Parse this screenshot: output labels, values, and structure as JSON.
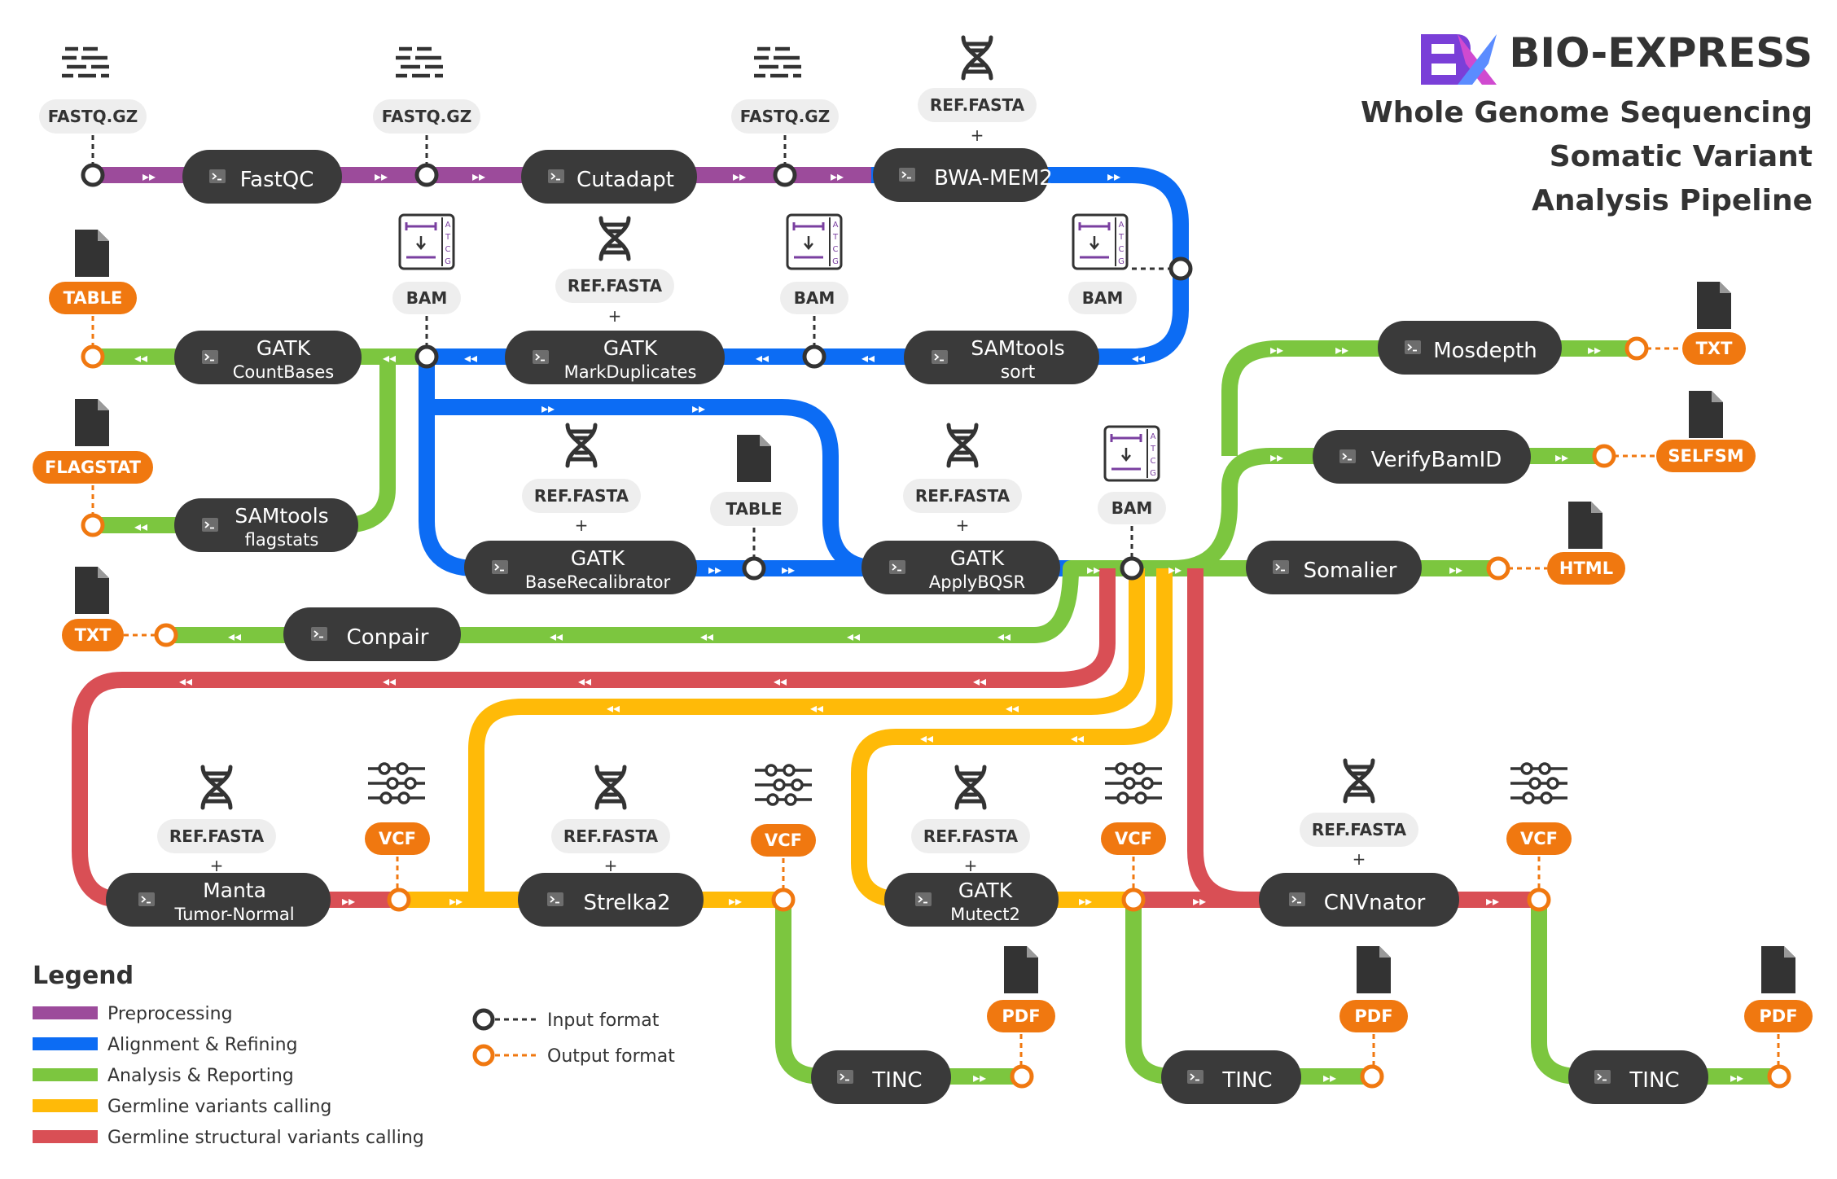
{
  "brand": {
    "name": "BIO-EXPRESS",
    "title_lines": [
      "Whole Genome Sequencing",
      "Somatic Variant",
      "Analysis Pipeline"
    ]
  },
  "colors": {
    "purple": "#9C4B9B",
    "blue": "#0C6CF4",
    "green": "#7CC63F",
    "yellow": "#FFBA08",
    "red": "#D94F55",
    "orange": "#F07810",
    "node": "#3A3A3A",
    "node_text": "#FFFFFF",
    "input_ring": "#333333",
    "chip_bg": "#EEEEEE"
  },
  "tools": {
    "fastqc": {
      "name": "FastQC",
      "sub": ""
    },
    "cutadapt": {
      "name": "Cutadapt",
      "sub": ""
    },
    "bwa": {
      "name": "BWA-MEM2",
      "sub": ""
    },
    "countbases": {
      "name": "GATK",
      "sub": "CountBases"
    },
    "markdup": {
      "name": "GATK",
      "sub": "MarkDuplicates"
    },
    "sort": {
      "name": "SAMtools",
      "sub": "sort"
    },
    "flagstats": {
      "name": "SAMtools",
      "sub": "flagstats"
    },
    "baserecal": {
      "name": "GATK",
      "sub": "BaseRecalibrator"
    },
    "applybqsr": {
      "name": "GATK",
      "sub": "ApplyBQSR"
    },
    "mosdepth": {
      "name": "Mosdepth",
      "sub": ""
    },
    "verifybamid": {
      "name": "VerifyBamID",
      "sub": ""
    },
    "somalier": {
      "name": "Somalier",
      "sub": ""
    },
    "conpair": {
      "name": "Conpair",
      "sub": ""
    },
    "manta": {
      "name": "Manta",
      "sub": "Tumor-Normal"
    },
    "strelka": {
      "name": "Strelka2",
      "sub": ""
    },
    "mutect": {
      "name": "GATK",
      "sub": "Mutect2"
    },
    "cnvnator": {
      "name": "CNVnator",
      "sub": ""
    },
    "tinc1": {
      "name": "TINC",
      "sub": ""
    },
    "tinc2": {
      "name": "TINC",
      "sub": ""
    },
    "tinc3": {
      "name": "TINC",
      "sub": ""
    }
  },
  "inputs": {
    "fq1": "FASTQ.GZ",
    "fq2": "FASTQ.GZ",
    "fq3": "FASTQ.GZ",
    "ref_bwa": "REF.FASTA",
    "ref_markdup": "REF.FASTA",
    "bam1": "BAM",
    "bam2": "BAM",
    "bam3": "BAM",
    "ref_baserecal": "REF.FASTA",
    "table_in": "TABLE",
    "ref_applybqsr": "REF.FASTA",
    "bam4": "BAM",
    "ref_manta": "REF.FASTA",
    "ref_strelka": "REF.FASTA",
    "ref_mutect": "REF.FASTA",
    "ref_cnvnator": "REF.FASTA",
    "plus": "+"
  },
  "outputs": {
    "table": "TABLE",
    "flagstat": "FLAGSTAT",
    "txt_conpair": "TXT",
    "txt_mosdepth": "TXT",
    "selfsm": "SELFSM",
    "html": "HTML",
    "vcf_manta": "VCF",
    "vcf_strelka": "VCF",
    "vcf_mutect": "VCF",
    "vcf_cnvnator": "VCF",
    "pdf1": "PDF",
    "pdf2": "PDF",
    "pdf3": "PDF"
  },
  "legend": {
    "title": "Legend",
    "items": [
      {
        "label": "Preprocessing",
        "color": "#9C4B9B"
      },
      {
        "label": "Alignment & Refining",
        "color": "#0C6CF4"
      },
      {
        "label": "Analysis & Reporting",
        "color": "#7CC63F"
      },
      {
        "label": "Germline variants calling",
        "color": "#FFBA08"
      },
      {
        "label": "Germline structural variants calling",
        "color": "#D94F55"
      }
    ],
    "input_label": "Input format",
    "output_label": "Output format"
  }
}
